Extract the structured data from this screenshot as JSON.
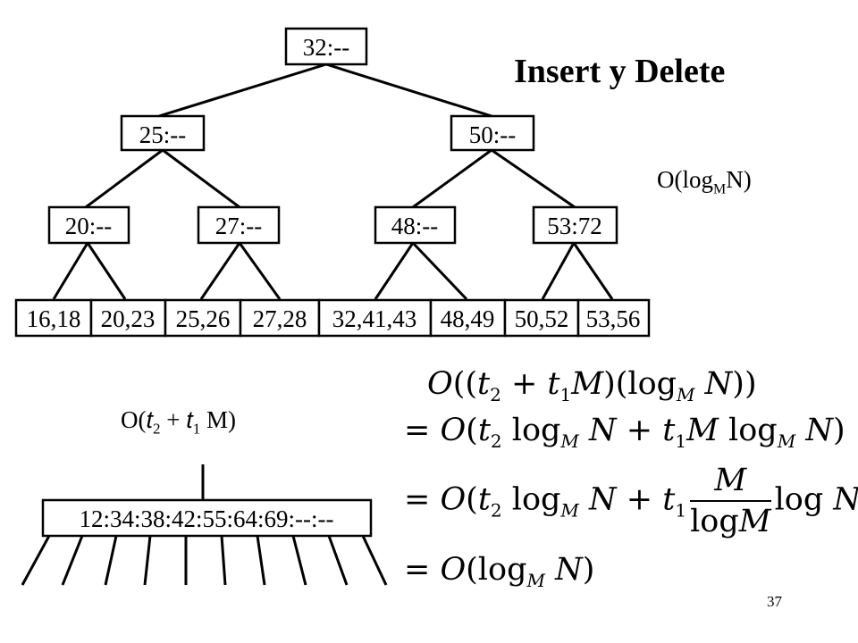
{
  "title": "Insert y Delete",
  "complexity_base": "O(log",
  "complexity_sub": "M",
  "complexity_end": "N)",
  "tree": {
    "root": "32:--",
    "level1": [
      "25:--",
      "50:--"
    ],
    "level2": [
      "20:--",
      "27:--",
      "48:--",
      "53:72"
    ],
    "leaves": [
      "16,18",
      "20,23",
      "25,26",
      "27,28",
      "32,41,43",
      "48,49",
      "50,52",
      "53,56"
    ]
  },
  "node_cost": {
    "prefix": "O(",
    "t2": "t",
    "t2_sub": "2",
    "plus": " + ",
    "t1": "t",
    "t1_sub": "1",
    "suffix": " M)"
  },
  "wide_node": "12:34:38:42:55:64:69:--:--",
  "equations": {
    "line1": "O((t2 + t1M)(logM N))",
    "line2": "= O(t2 logM N + t1M logM N)",
    "line3": "= O(t2 logM N + t1 M/logM logN)",
    "line4": "= O(logM N)"
  },
  "page_number": "37"
}
